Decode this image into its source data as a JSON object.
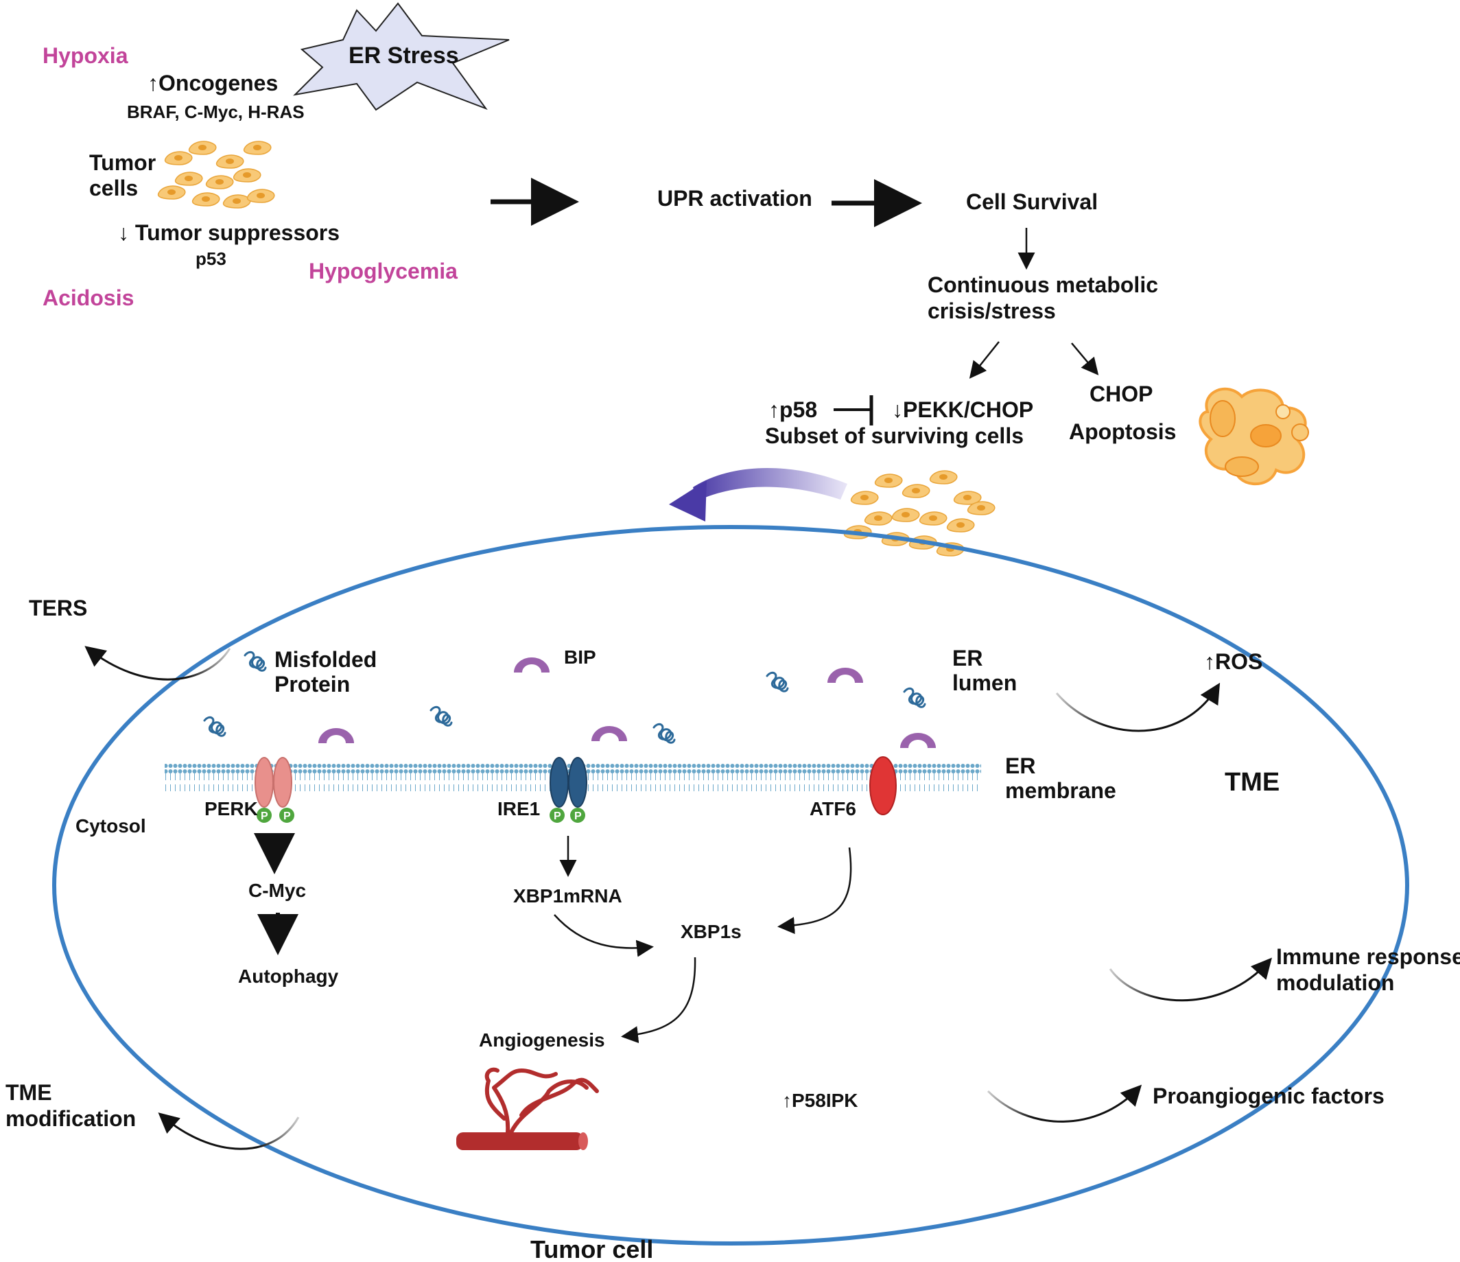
{
  "top": {
    "hypoxia": "Hypoxia",
    "acidosis": "Acidosis",
    "hypoglycemia": "Hypoglycemia",
    "er_stress": "ER Stress",
    "oncogenes": "↑Oncogenes",
    "oncogene_list": "BRAF, C-Myc, H-RAS",
    "tumor_cells_1": "Tumor",
    "tumor_cells_2": "cells",
    "tumor_suppressors": "↓ Tumor suppressors",
    "p53": "p53",
    "upr_activation": "UPR activation",
    "cell_survival": "Cell Survival",
    "metabolic_1": "Continuous metabolic",
    "metabolic_2": "crisis/stress",
    "p58_up": "↑p58",
    "pekk_chop": "↓PEKK/CHOP",
    "subset": "Subset  of surviving cells",
    "chop": "CHOP",
    "apoptosis": "Apoptosis"
  },
  "cell": {
    "ters": "TERS",
    "misfolded_1": "Misfolded",
    "misfolded_2": "Protein",
    "bip": "BIP",
    "er_lumen_1": "ER",
    "er_lumen_2": "lumen",
    "ros": "↑ROS",
    "er_membrane_1": "ER",
    "er_membrane_2": "membrane",
    "tme": "TME",
    "cytosol": "Cytosol",
    "perk": "PERK",
    "ire1": "IRE1",
    "atf6": "ATF6",
    "phospho": "P",
    "c_myc": "C-Myc",
    "autophagy": "Autophagy",
    "xbp1mrna": "XBP1mRNA",
    "xbp1s": "XBP1s",
    "angiogenesis": "Angiogenesis",
    "p58ipk": "↑P58IPK",
    "immune_1": "Immune response",
    "immune_2": "modulation",
    "proangiogenic": "Proangiogenic factors",
    "tme_mod_1": "TME",
    "tme_mod_2": "modification",
    "tumor_cell": "Tumor cell"
  },
  "colors": {
    "cell_outline": "#3a7fc4",
    "pink_text": "#c2449a",
    "perk": "#e8908c",
    "ire1": "#2a5a86",
    "atf6": "#e03535",
    "bip": "#9a62ac",
    "phospho": "#4fa63e",
    "vessel": "#b22d2d",
    "tumor_cell_fill": "#f8c977",
    "apoptotic_cell": "#f6a33a",
    "er_stress_fill": "#dfe2f4",
    "membrane": "#6aa7c9"
  }
}
